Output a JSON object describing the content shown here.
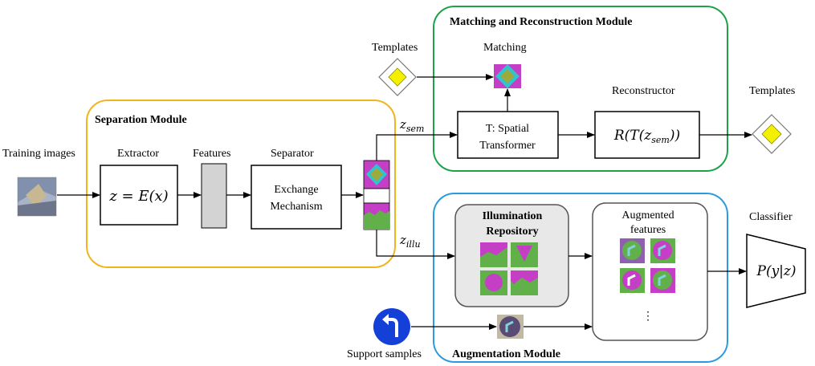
{
  "modules": {
    "separation": "Separation Module",
    "matching": "Matching and Reconstruction Module",
    "augmentation": "Augmentation Module"
  },
  "labels": {
    "training_images": "Training images",
    "extractor": "Extractor",
    "features": "Features",
    "separator": "Separator",
    "templates_in": "Templates",
    "matching": "Matching",
    "reconstructor": "Reconstructor",
    "templates_out": "Templates",
    "classifier": "Classifier",
    "augmented_features_1": "Augmented",
    "augmented_features_2": "features",
    "support_samples": "Support samples",
    "illumination_1": "Illumination",
    "illumination_2": "Repository",
    "dots": "⋮"
  },
  "boxes": {
    "extractor_formula": "z = E(x)",
    "separator_1": "Exchange",
    "separator_2": "Mechanism",
    "transformer_1": "T: Spatial",
    "transformer_2": "Transformer",
    "reconstructor_formula": "R(T(z",
    "reconstructor_sub": "sem",
    "reconstructor_close": "))",
    "classifier_formula": "P(y|z)"
  },
  "edges": {
    "z_sem_var": "z",
    "z_sem_sub": "sem",
    "z_illu_var": "z",
    "z_illu_sub": "illu"
  },
  "colors": {
    "separation_border": "#f0b41e",
    "matching_border": "#1fa14a",
    "augmentation_border": "#2b9be0",
    "template_fill": "#f5f000",
    "magenta": "#c43fc6",
    "green": "#62b04a",
    "feature_gray": "#d3d3d3",
    "support_blue": "#1540d8"
  }
}
